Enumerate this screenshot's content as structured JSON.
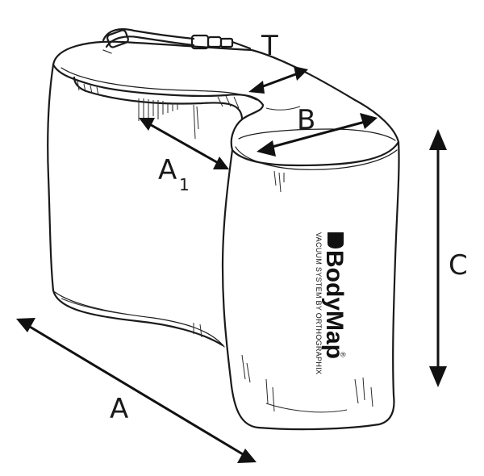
{
  "labels": {
    "T": "T",
    "B": "B",
    "A1_main": "A",
    "A1_sub": "1",
    "A": "A",
    "C": "C"
  },
  "product": {
    "brand": "BodyMap",
    "tagline": "VACUUM SYSTEM BY ORTHOGRAPHIX",
    "trademark": "®"
  },
  "colors": {
    "ink": "#1a1a1a",
    "background": "#ffffff"
  }
}
